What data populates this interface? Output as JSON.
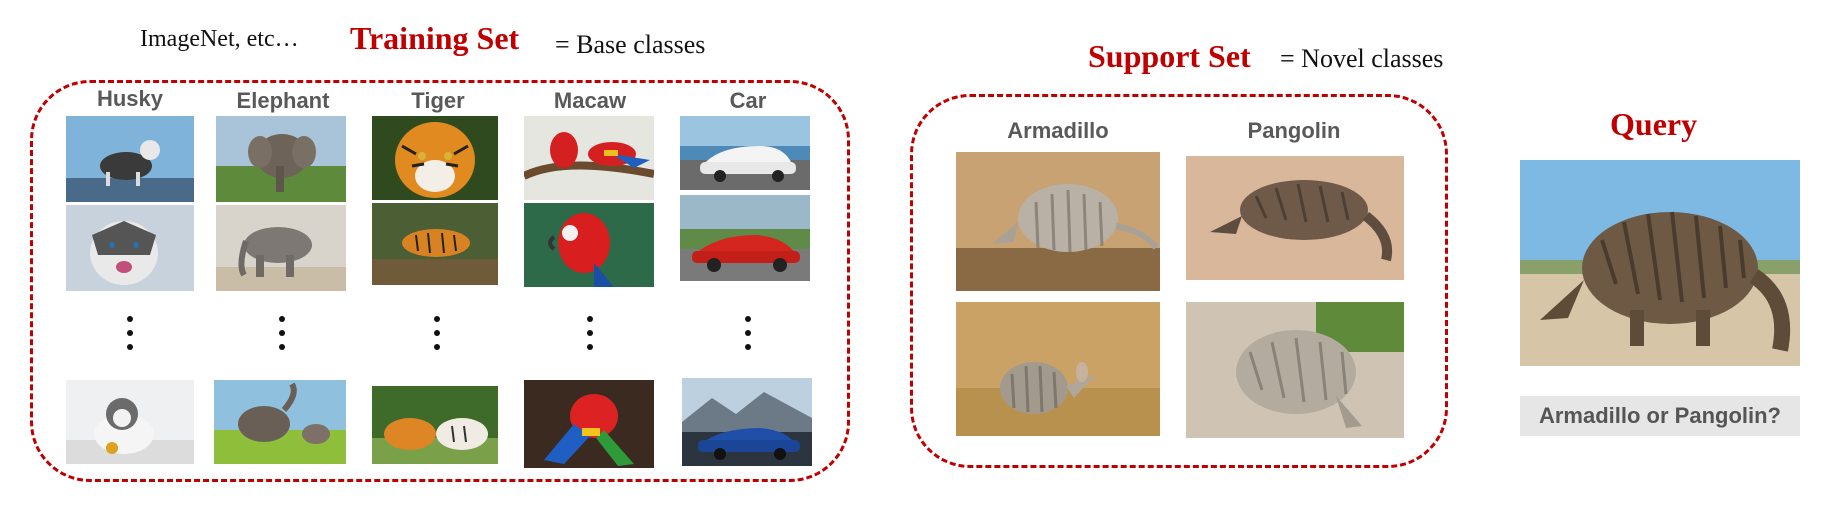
{
  "header": {
    "training_source": "ImageNet, etc…",
    "training_title": "Training Set",
    "training_eq": "= Base classes",
    "support_title": "Support Set",
    "support_eq": "= Novel classes",
    "query_title": "Query"
  },
  "training": {
    "classes": [
      "Husky",
      "Elephant",
      "Tiger",
      "Macaw",
      "Car"
    ]
  },
  "support": {
    "classes": [
      "Armadillo",
      "Pangolin"
    ]
  },
  "query": {
    "question": "Armadillo or Pangolin?"
  },
  "colors": {
    "accent_red": "#c00000",
    "label_gray": "#595959",
    "question_bg": "#e7e6e6"
  }
}
